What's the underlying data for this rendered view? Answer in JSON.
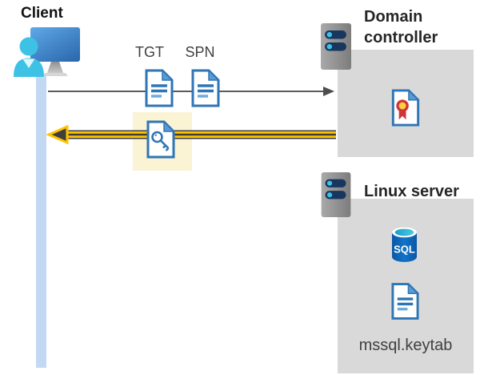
{
  "client": {
    "label": "Client"
  },
  "flow": {
    "tgt_label": "TGT",
    "spn_label": "SPN"
  },
  "domain_controller": {
    "label": "Domain controller"
  },
  "linux_server": {
    "label": "Linux server",
    "keytab_file_label": "mssql.keytab",
    "sql_icon_text": "SQL"
  },
  "colors": {
    "client_bar_blue": "#C3D9F3",
    "highlight_yellow": "#FAF3D4",
    "arrow_yellow": "#FFC400",
    "arrow_dark": "#3F3F3F",
    "request_arrow_gray": "#5A5A5A",
    "box_gray": "#D9D9D9",
    "doc_border_blue": "#2E75B6",
    "doc_fold_blue": "#5B9BD5",
    "doc_line_light_blue": "#6FA8DC",
    "server_body_gray": "#8F8F8F",
    "server_bar_navy": "#17375E",
    "accent_cyan": "#3DC2E6",
    "certificate_red": "#D13438",
    "certificate_yellow": "#FFD23E",
    "sql_cylinder_blue": "#0E68BE",
    "monitor_blue_top": "#5FA9E8",
    "monitor_blue_bottom": "#2E6BB0"
  }
}
